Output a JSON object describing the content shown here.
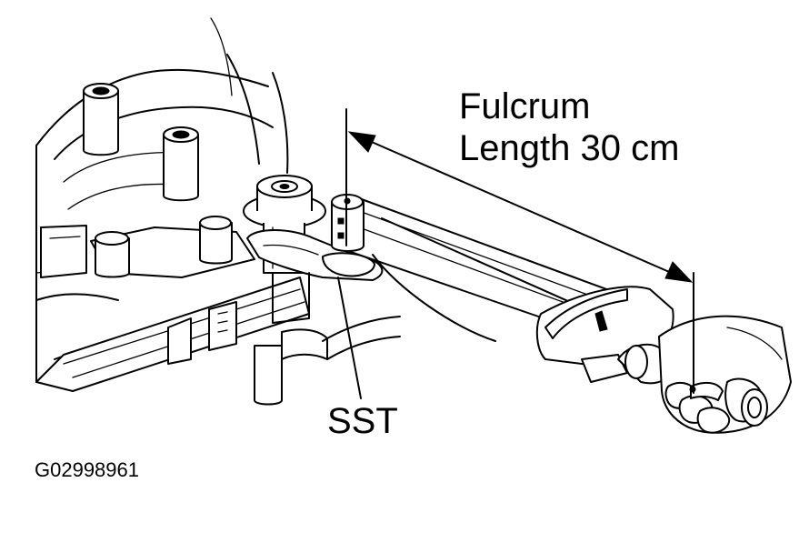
{
  "figure": {
    "fulcrum_label_line1": "Fulcrum",
    "fulcrum_label_line2": "Length 30 cm",
    "sst_label": "SST",
    "figure_id": "G02998961"
  },
  "colors": {
    "ink": "#000000",
    "background": "#ffffff",
    "shade": "#d9d9d9"
  }
}
